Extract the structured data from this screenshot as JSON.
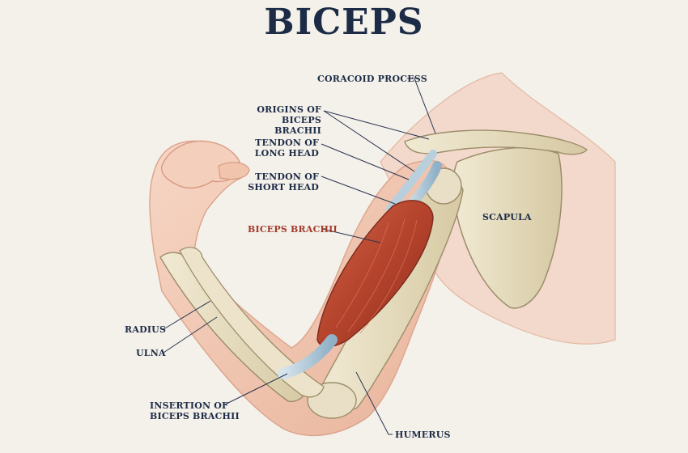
{
  "title": "BICEPS",
  "labels": {
    "coracoid_process": "CORACOID PROCESS",
    "origins_line1": "ORIGINS OF",
    "origins_line2": "BICEPS BRACHII",
    "tendon_long_line1": "TENDON OF",
    "tendon_long_line2": "LONG HEAD",
    "tendon_short_line1": "TENDON OF",
    "tendon_short_line2": "SHORT HEAD",
    "biceps_brachii": "BICEPS BRACHII",
    "scapula": "SCAPULA",
    "radius": "RADIUS",
    "ulna": "ULNA",
    "insertion_line1": "INSERTION OF",
    "insertion_line2": "BICEPS BRACHII",
    "humerus": "HUMERUS"
  },
  "colors": {
    "title": "#1d2c46",
    "label": "#1d2c46",
    "highlight_label": "#a33a2a",
    "skin": "#f2c9b4",
    "bone": "#e6dcc0",
    "muscle": "#b84a32",
    "tendon": "#a9c4d6"
  }
}
